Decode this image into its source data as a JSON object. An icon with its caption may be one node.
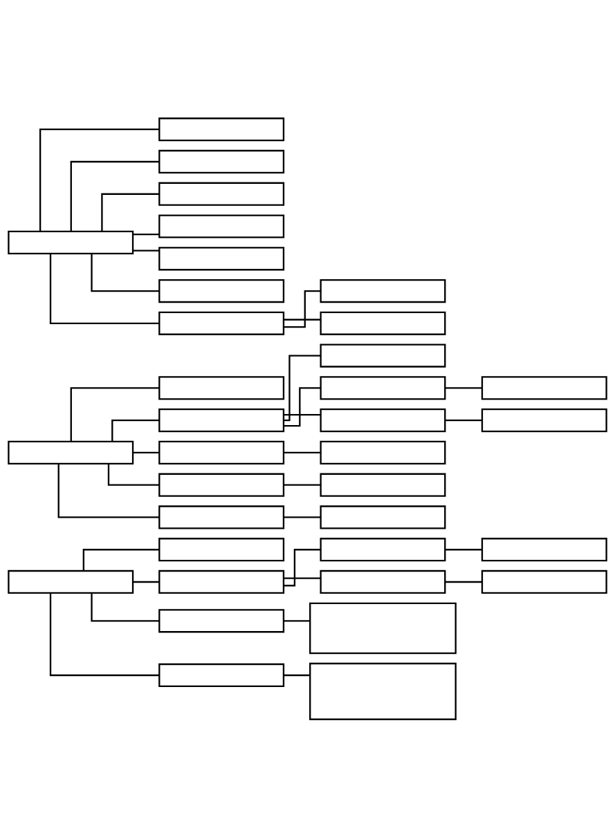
{
  "diagram": {
    "nodes": [
      {
        "text": [],
        "shape": "box"
      },
      {
        "text": [],
        "shape": "box"
      },
      {
        "text": [],
        "shape": "box"
      },
      {
        "text": [],
        "shape": "box"
      },
      {
        "text": [],
        "shape": "box"
      },
      {
        "text": [],
        "shape": "box"
      },
      {
        "text": [],
        "shape": "box"
      },
      {
        "text": [],
        "shape": "box"
      },
      {
        "text": [],
        "shape": "box"
      },
      {
        "text": [],
        "shape": "box"
      },
      {
        "text": [],
        "shape": "box"
      },
      {
        "text": [],
        "shape": "box"
      },
      {
        "text": [],
        "shape": "box"
      },
      {
        "text": [],
        "shape": "box"
      },
      {
        "text": [],
        "shape": "box"
      },
      {
        "text": [],
        "shape": "box"
      },
      {
        "text": [],
        "shape": "box"
      },
      {
        "text": [],
        "shape": "box"
      },
      {
        "text": [],
        "shape": "box"
      },
      {
        "text": [],
        "shape": "box"
      },
      {
        "text": [],
        "shape": "box"
      },
      {
        "text": [],
        "shape": "box"
      },
      {
        "text": [],
        "shape": "box"
      },
      {
        "text": [],
        "shape": "box"
      },
      {
        "text": [],
        "shape": "box"
      },
      {
        "text": [],
        "shape": "box"
      },
      {
        "text": [],
        "shape": "box"
      },
      {
        "text": [],
        "shape": "box"
      },
      {
        "text": [],
        "shape": "box"
      },
      {
        "text": [],
        "shape": "box"
      },
      {
        "text": [],
        "shape": "box"
      },
      {
        "text": [],
        "shape": "box"
      },
      {
        "text": [],
        "shape": "box"
      },
      {
        "text": [],
        "shape": "box"
      },
      {
        "text": [],
        "shape": "box"
      }
    ],
    "edges": [
      {
        "from": 0,
        "to": 1,
        "arrow": "none"
      },
      {
        "from": 0,
        "to": 2,
        "arrow": "none"
      },
      {
        "from": 0,
        "to": 3,
        "arrow": "none"
      },
      {
        "from": 0,
        "to": 4,
        "arrow": "none"
      },
      {
        "from": 0,
        "to": 5,
        "arrow": "none"
      },
      {
        "from": 0,
        "to": 6,
        "arrow": "none"
      },
      {
        "from": 0,
        "to": 7,
        "arrow": "none"
      },
      {
        "from": 7,
        "to": 8,
        "arrow": "none"
      },
      {
        "from": 7,
        "to": 9,
        "arrow": "none"
      },
      {
        "from": 10,
        "to": 11,
        "arrow": "none"
      },
      {
        "from": 10,
        "to": 12,
        "arrow": "none"
      },
      {
        "from": 12,
        "to": 13,
        "arrow": "none"
      },
      {
        "from": 12,
        "to": 14,
        "arrow": "none"
      },
      {
        "from": 14,
        "to": 15,
        "arrow": "none"
      },
      {
        "from": 12,
        "to": 16,
        "arrow": "none"
      },
      {
        "from": 16,
        "to": 17,
        "arrow": "none"
      },
      {
        "from": 10,
        "to": 18,
        "arrow": "none"
      },
      {
        "from": 18,
        "to": 19,
        "arrow": "none"
      },
      {
        "from": 10,
        "to": 20,
        "arrow": "none"
      },
      {
        "from": 20,
        "to": 21,
        "arrow": "none"
      },
      {
        "from": 10,
        "to": 22,
        "arrow": "none"
      },
      {
        "from": 22,
        "to": 23,
        "arrow": "none"
      },
      {
        "from": 24,
        "to": 25,
        "arrow": "none"
      },
      {
        "from": 24,
        "to": 26,
        "arrow": "none"
      },
      {
        "from": 26,
        "to": 27,
        "arrow": "none"
      },
      {
        "from": 27,
        "to": 28,
        "arrow": "none"
      },
      {
        "from": 26,
        "to": 29,
        "arrow": "none"
      },
      {
        "from": 29,
        "to": 30,
        "arrow": "none"
      },
      {
        "from": 24,
        "to": 31,
        "arrow": "none"
      },
      {
        "from": 31,
        "to": 32,
        "arrow": "none"
      },
      {
        "from": 24,
        "to": 33,
        "arrow": "none"
      },
      {
        "from": 33,
        "to": 34,
        "arrow": "none"
      }
    ]
  }
}
